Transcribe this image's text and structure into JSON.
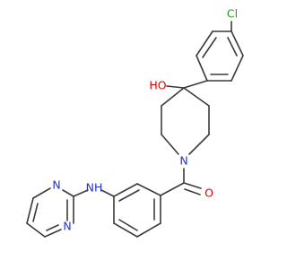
{
  "atom_labels": {
    "chlorine": "Cl",
    "hydroxyl": "HO",
    "piperidine_nitrogen": "N",
    "carbonyl_oxygen": "O",
    "amine": "NH",
    "pyrimidine_nitrogen_1": "N",
    "pyrimidine_nitrogen_2": "N"
  },
  "colors": {
    "bond": "#3b3b3b",
    "chlorine": "#1fa01f",
    "oxygen": "#e00000",
    "nitrogen": "#2233cc"
  }
}
